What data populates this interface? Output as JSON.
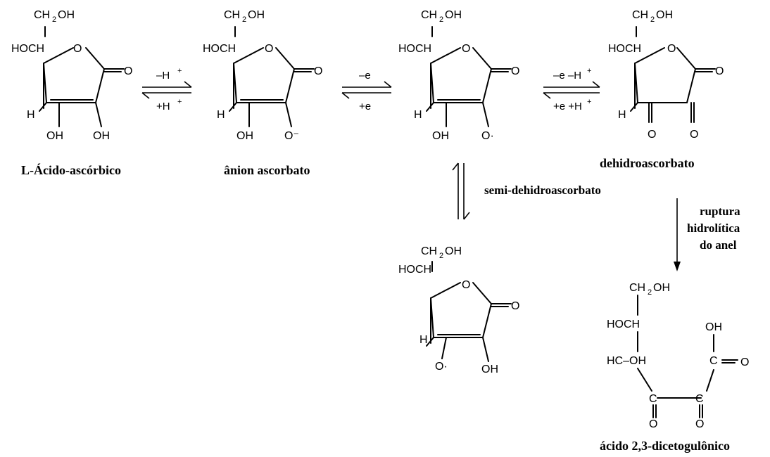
{
  "compounds": {
    "ascorbic_acid": "L-Ácido-ascórbico",
    "ascorbate_anion": "ânion ascorbato",
    "semidehydroascorbate": "semi-dehidroascorbato",
    "dehydroascorbate": "dehidroascorbato",
    "diketogulonic_acid": "ácido 2,3-dicetogulônico"
  },
  "arrows": {
    "step1_forward": "–H",
    "step1_reverse": "+H",
    "step2_forward": "–e",
    "step2_reverse": "+e",
    "step3_forward": "–e –H",
    "step3_reverse": "+e +H",
    "plus_charge": "+"
  },
  "hydrolysis_note": [
    "ruptura",
    "hidrolítica",
    "do anel"
  ],
  "atoms": {
    "ch2": "CH",
    "sub2": "2",
    "oh": "OH",
    "hoch": "HOCH",
    "hc_oh": "HC–OH",
    "o": "O",
    "h": "H",
    "c": "C",
    "o_minus": "O⁻",
    "o_radical": "O·"
  }
}
